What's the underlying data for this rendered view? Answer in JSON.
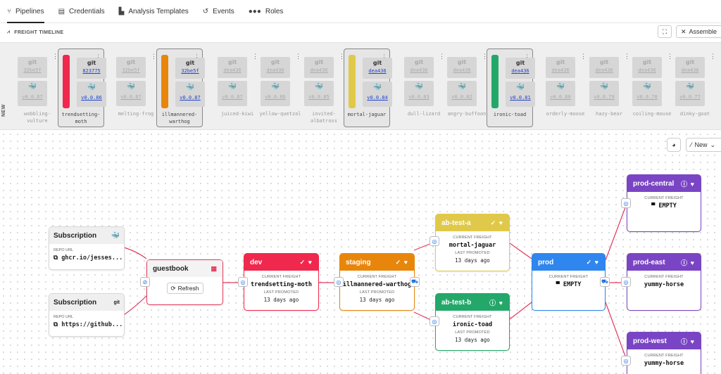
{
  "nav": {
    "tabs": [
      {
        "label": "Pipelines",
        "icon": "pipelines-icon",
        "active": true
      },
      {
        "label": "Credentials",
        "icon": "credentials-icon"
      },
      {
        "label": "Analysis Templates",
        "icon": "chart-icon"
      },
      {
        "label": "Events",
        "icon": "history-icon"
      },
      {
        "label": "Roles",
        "icon": "users-icon"
      }
    ]
  },
  "timeline_header": {
    "label": "FREIGHT TIMELINE",
    "assemble_label": "Assemble"
  },
  "timeline": {
    "new_label": "NEW",
    "freight": [
      {
        "name": "wobbling-vulture",
        "git": "32be5f",
        "version": "v0.0.87",
        "selected": false,
        "color": ""
      },
      {
        "name": "trendsetting-moth",
        "git": "823775",
        "version": "v0.0.86",
        "selected": true,
        "color": "#f0284d"
      },
      {
        "name": "melting-frog",
        "git": "32be5f",
        "version": "v0.0.87",
        "selected": false,
        "color": ""
      },
      {
        "name": "illmannered-warthog",
        "git": "32be5f",
        "version": "v0.0.87",
        "selected": true,
        "color": "#e8860c"
      },
      {
        "name": "juiced-kiwi",
        "git": "dea436",
        "version": "v0.0.87",
        "selected": false,
        "color": ""
      },
      {
        "name": "yellow-quetzal",
        "git": "dea436",
        "version": "v0.0.86",
        "selected": false,
        "color": ""
      },
      {
        "name": "invited-albatross",
        "git": "dea436",
        "version": "v0.0.85",
        "selected": false,
        "color": ""
      },
      {
        "name": "mortal-jaguar",
        "git": "dea436",
        "version": "v0.0.84",
        "selected": true,
        "color": "#e0c94a"
      },
      {
        "name": "dull-lizard",
        "git": "dea436",
        "version": "v0.0.83",
        "selected": false,
        "color": ""
      },
      {
        "name": "angry-buffoon",
        "git": "dea436",
        "version": "v0.0.82",
        "selected": false,
        "color": ""
      },
      {
        "name": "ironic-toad",
        "git": "dea436",
        "version": "v0.0.81",
        "selected": true,
        "color": "#23a86a"
      },
      {
        "name": "orderly-moose",
        "git": "dea436",
        "version": "v0.0.80",
        "selected": false,
        "color": ""
      },
      {
        "name": "hazy-bear",
        "git": "dea436",
        "version": "v0.0.79",
        "selected": false,
        "color": ""
      },
      {
        "name": "coiling-mouse",
        "git": "dea436",
        "version": "v0.0.78",
        "selected": false,
        "color": ""
      },
      {
        "name": "dinky-goat",
        "git": "dea436",
        "version": "v0.0.77",
        "selected": false,
        "color": ""
      }
    ]
  },
  "canvas": {
    "new_button": "New"
  },
  "subscriptions": [
    {
      "title": "Subscription",
      "repo_label": "REPO URL",
      "url": "ghcr.io/jesses...",
      "icon": "docker-icon"
    },
    {
      "title": "Subscription",
      "repo_label": "REPO URL",
      "url": "https://github...",
      "icon": "git-icon"
    }
  ],
  "warehouse": {
    "title": "guestbook",
    "refresh_label": "Refresh"
  },
  "labels": {
    "current_freight": "CURRENT FREIGHT",
    "last_promoted": "LAST PROMOTED"
  },
  "stages": {
    "dev": {
      "name": "dev",
      "freight": "trendsetting-moth",
      "ago": "13 days ago",
      "color": "#f0284d"
    },
    "staging": {
      "name": "staging",
      "freight": "illmannered-warthog",
      "ago": "13 days ago",
      "color": "#e8860c"
    },
    "ab_test_a": {
      "name": "ab-test-a",
      "freight": "mortal-jaguar",
      "ago": "13 days ago",
      "color": "#e0c94a"
    },
    "ab_test_b": {
      "name": "ab-test-b",
      "freight": "ironic-toad",
      "ago": "13 days ago",
      "color": "#23a86a"
    },
    "prod": {
      "name": "prod",
      "freight": "EMPTY",
      "color": "#2f86ef"
    },
    "prod_central": {
      "name": "prod-central",
      "freight": "EMPTY",
      "color": "#7a45c4"
    },
    "prod_east": {
      "name": "prod-east",
      "freight": "yummy-horse",
      "color": "#7a45c4"
    },
    "prod_west": {
      "name": "prod-west",
      "freight": "yummy-horse",
      "color": "#7a45c4"
    }
  }
}
